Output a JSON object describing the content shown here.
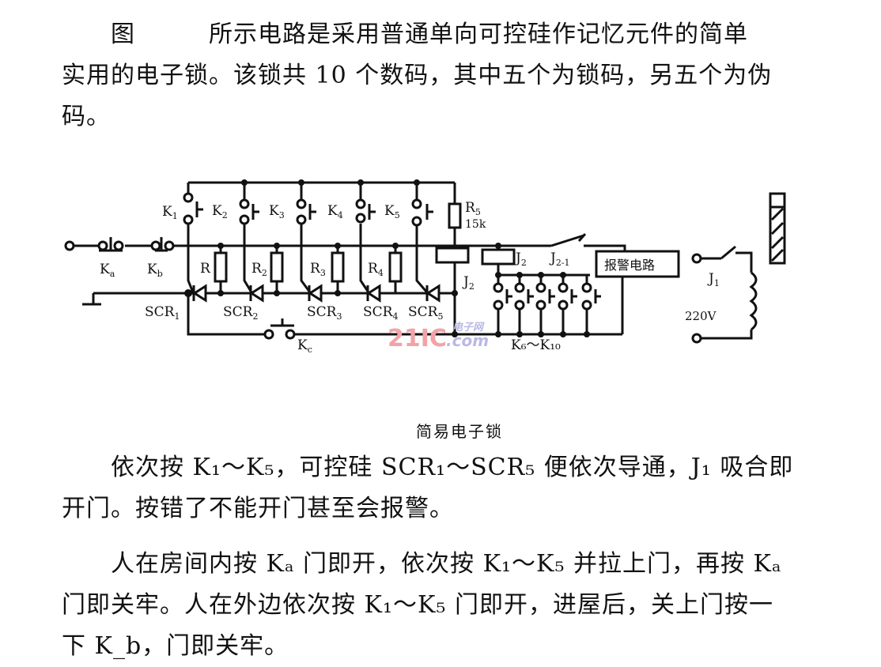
{
  "intro": {
    "lines": [
      "图　　　所示电路是采用普通单向可控硅作记忆元件的简单",
      "实用的电子锁。该锁共 10 个数码，其中五个为锁码，另五个为伪",
      "码。"
    ]
  },
  "figure": {
    "caption": "简易电子锁",
    "labels": {
      "ka": "K",
      "ka_sub": "a",
      "kb": "K",
      "kb_sub": "b",
      "k1": "K",
      "k1_sub": "1",
      "k2": "K",
      "k2_sub": "2",
      "k3": "K",
      "k3_sub": "3",
      "k4": "K",
      "k4_sub": "4",
      "k5": "K",
      "k5_sub": "5",
      "kc": "K",
      "kc_sub": "c",
      "r1": "R",
      "r2": "R",
      "r2_sub": "2",
      "r3": "R",
      "r3_sub": "3",
      "r4": "R",
      "r4_sub": "4",
      "r5": "R",
      "r5_sub": "5",
      "r5_value": "15k",
      "scr1": "SCR",
      "scr1_sub": "1",
      "scr2": "SCR",
      "scr2_sub": "2",
      "scr3": "SCR",
      "scr3_sub": "3",
      "scr4": "SCR",
      "scr4_sub": "4",
      "scr5": "SCR",
      "scr5_sub": "5",
      "j2a": "J",
      "j2a_sub": "2",
      "j2b": "J",
      "j2b_sub": "2",
      "j2c": "J",
      "j2c_sub": "2-1",
      "j1": "J",
      "j1_sub": "1",
      "alarm": "报警电路",
      "k6_k10": "K₆～K₁₀",
      "voltage": "220V"
    },
    "watermark": {
      "number": "21IC",
      "cn": "电子网",
      "com": ".com",
      "red": "#f2a3a8",
      "blue": "#b9b9e6"
    }
  },
  "body": {
    "p2_lines": [
      "依次按 K₁～K₅，可控硅 SCR₁～SCR₅ 便依次导通，J₁ 吸合即",
      "开门。按错了不能开门甚至会报警。"
    ],
    "p3_lines": [
      "人在房间内按 Kₐ 门即开，依次按 K₁～K₅ 并拉上门，再按 Kₐ",
      "门即关牢。人在外边依次按 K₁～K₅ 门即开，进屋后，关上门按一",
      "下 K_b，门即关牢。"
    ]
  }
}
